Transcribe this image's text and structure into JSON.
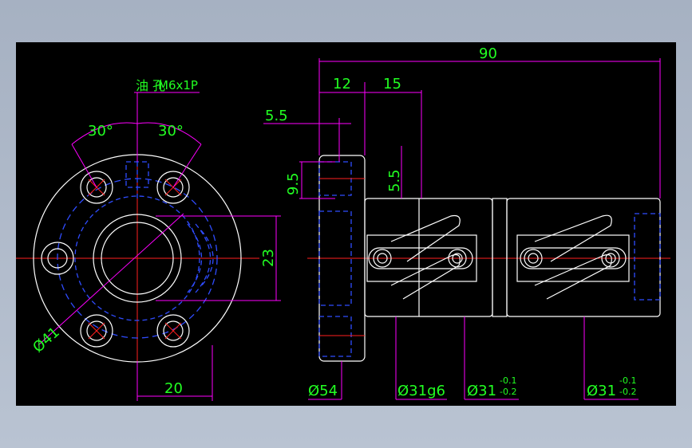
{
  "drawing": {
    "colors": {
      "background": "#000000",
      "outline": "#ffffff",
      "hidden_line": "#2f4cff",
      "center_line": "#ff1f1f",
      "dimension_line": "#ff00ff",
      "dimension_text": "#22ff22"
    },
    "labels": {
      "oil_hole": "油 孔",
      "thread": "M6x1P",
      "angle_left": "30°",
      "angle_right": "30°",
      "dim_23": "23",
      "dim_20": "20",
      "dia_41": "Ø41",
      "dim_90": "90",
      "dim_12": "12",
      "dim_15": "15",
      "dim_5_5_h": "5.5",
      "dim_9_5": "9.5",
      "dim_5_5_v": "5.5",
      "dia_54": "Ø54",
      "dia_31g6": "Ø31g6",
      "dia_31_a": "Ø31",
      "tol_a_upper": "-0.1",
      "tol_a_lower": "-0.2",
      "dia_31_b": "Ø31",
      "tol_b_upper": "-0.1",
      "tol_b_lower": "-0.2"
    }
  }
}
